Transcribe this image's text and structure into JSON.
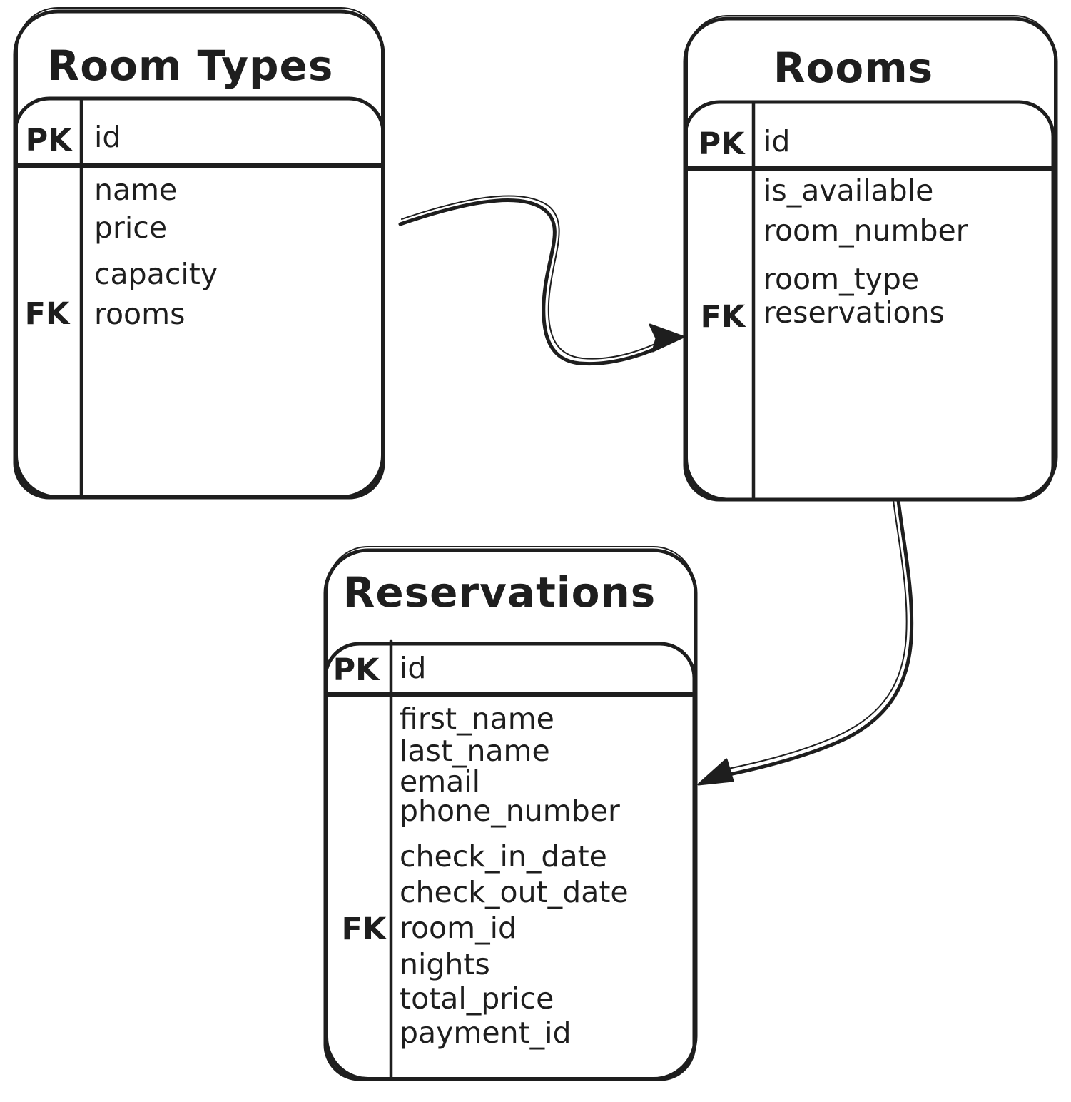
{
  "diagram": {
    "type": "entity-relationship-diagram",
    "tables": [
      {
        "title": "Room Types",
        "pk": {
          "key": "PK",
          "field": "id"
        },
        "fields": [
          {
            "key": "",
            "name": "name"
          },
          {
            "key": "",
            "name": "price"
          },
          {
            "key": "",
            "name": "capacity"
          },
          {
            "key": "FK",
            "name": "rooms"
          }
        ]
      },
      {
        "title": "Rooms",
        "pk": {
          "key": "PK",
          "field": "id"
        },
        "fields": [
          {
            "key": "",
            "name": "is_available"
          },
          {
            "key": "",
            "name": "room_number"
          },
          {
            "key": "",
            "name": "room_type"
          },
          {
            "key": "FK",
            "name": "reservations"
          }
        ]
      },
      {
        "title": "Reservations",
        "pk": {
          "key": "PK",
          "field": "id"
        },
        "fields": [
          {
            "key": "",
            "name": "first_name"
          },
          {
            "key": "",
            "name": "last_name"
          },
          {
            "key": "",
            "name": "email"
          },
          {
            "key": "",
            "name": "phone_number"
          },
          {
            "key": "",
            "name": "check_in_date"
          },
          {
            "key": "",
            "name": "check_out_date"
          },
          {
            "key": "FK",
            "name": "room_id"
          },
          {
            "key": "",
            "name": "nights"
          },
          {
            "key": "",
            "name": "total_price"
          },
          {
            "key": "",
            "name": "payment_id"
          }
        ]
      }
    ],
    "connectors": [
      {
        "from_table": "Room Types",
        "to_table": "Rooms"
      },
      {
        "from_table": "Rooms",
        "to_table": "Reservations"
      }
    ],
    "colors": {
      "stroke": "#1e1e1e",
      "canvas": "#ffffff"
    }
  }
}
